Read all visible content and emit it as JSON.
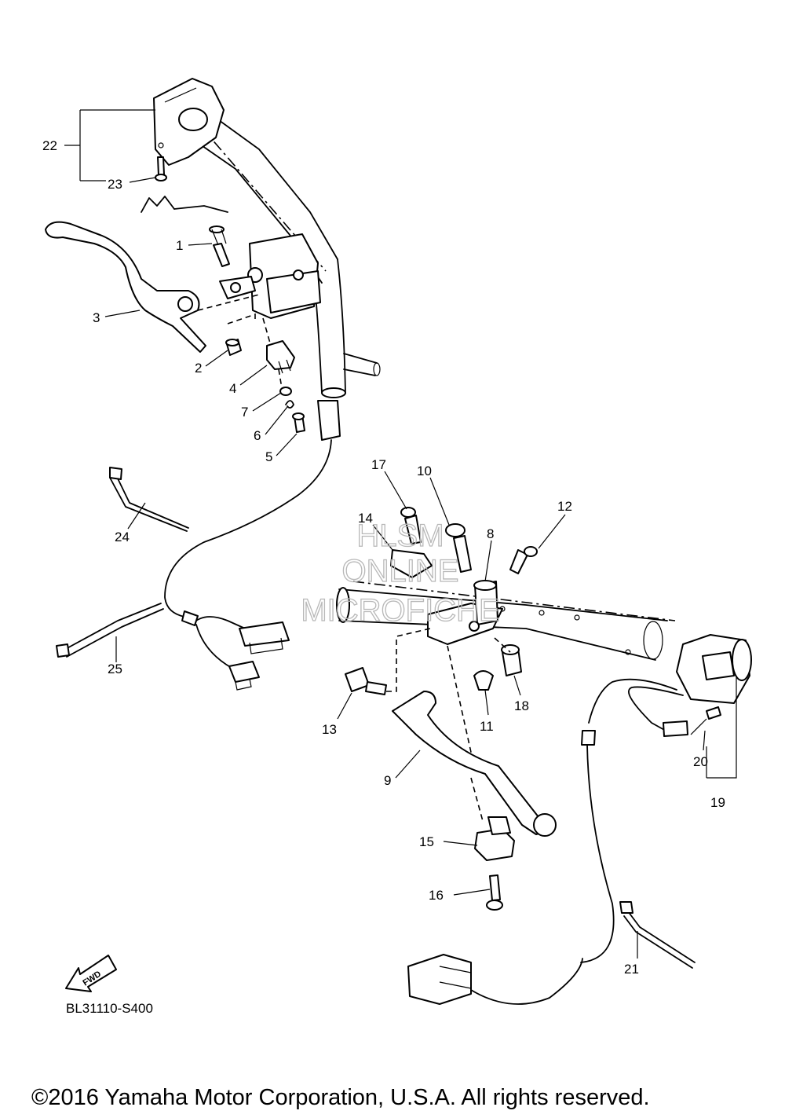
{
  "diagram": {
    "callouts": {
      "c1": "1",
      "c2": "2",
      "c3": "3",
      "c4": "4",
      "c5": "5",
      "c6": "6",
      "c7": "7",
      "c8": "8",
      "c9": "9",
      "c10": "10",
      "c11": "11",
      "c12": "12",
      "c13": "13",
      "c14": "14",
      "c15": "15",
      "c16": "16",
      "c17": "17",
      "c18": "18",
      "c19": "19",
      "c20": "20",
      "c21": "21",
      "c22": "22",
      "c23": "23",
      "c24": "24",
      "c25": "25"
    },
    "watermark": {
      "line1": "HLSM",
      "line2": "ONLINE",
      "line3": "MICROFICHE"
    },
    "fwd_label": "FWD",
    "diagram_code": "BL31110-S400",
    "copyright": "©2016 Yamaha Motor Corporation, U.S.A. All rights reserved."
  }
}
